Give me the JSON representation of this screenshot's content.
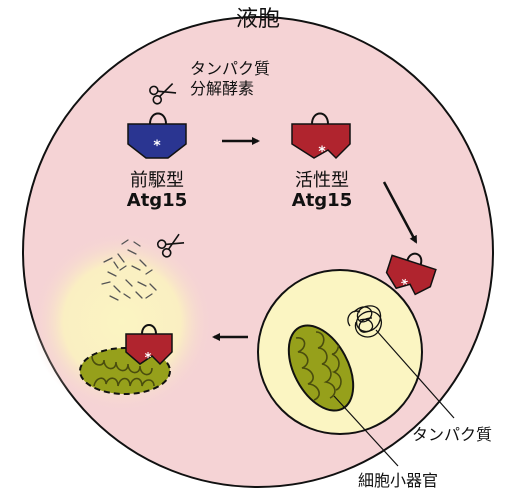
{
  "title": "液胞",
  "enzyme_label_line1": "タンパク質",
  "enzyme_label_line2": "分解酵素",
  "precursor": {
    "label": "前駆型",
    "name": "Atg15"
  },
  "active": {
    "label": "活性型",
    "name": "Atg15"
  },
  "protein_label": "タンパク質",
  "organelle_label": "細胞小器官",
  "colors": {
    "vacuole": "#f5d3d5",
    "vesicle": "#fbf5c2",
    "glow": "#fbf5c2",
    "precursor_blue": "#2a3591",
    "active_red": "#b0242e",
    "mitochondria": "#96a01b"
  }
}
